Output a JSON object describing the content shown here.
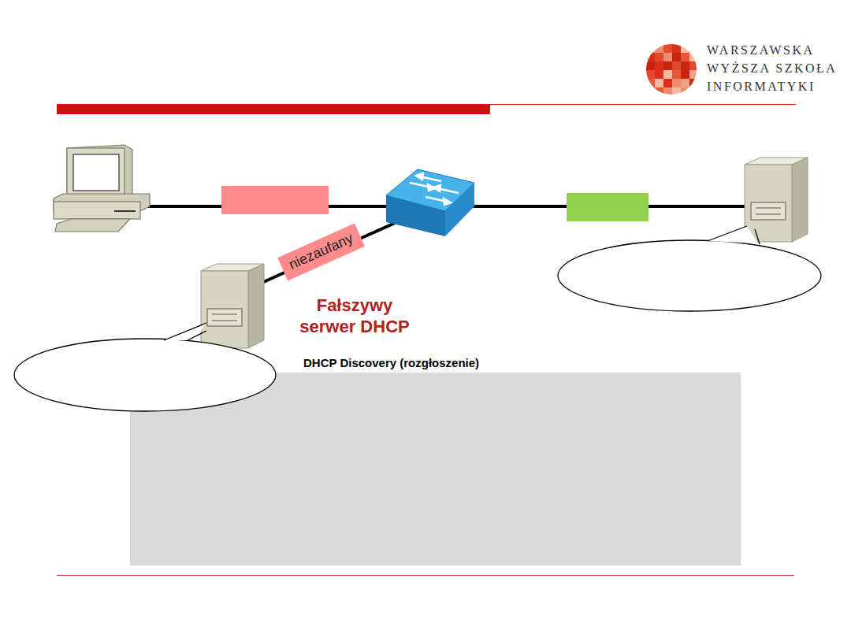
{
  "diagram": {
    "nodes": [
      {
        "text": [
          "niezaufany"
        ]
      },
      {
        "text": [
          "DHCP Discovery (rozgłoszenie)"
        ]
      }
    ],
    "labels": [
      "WARSZAWSKA WYŻSZA SZKOŁA INFORMATYKI",
      "Fałszywy serwer DHCP"
    ]
  }
}
